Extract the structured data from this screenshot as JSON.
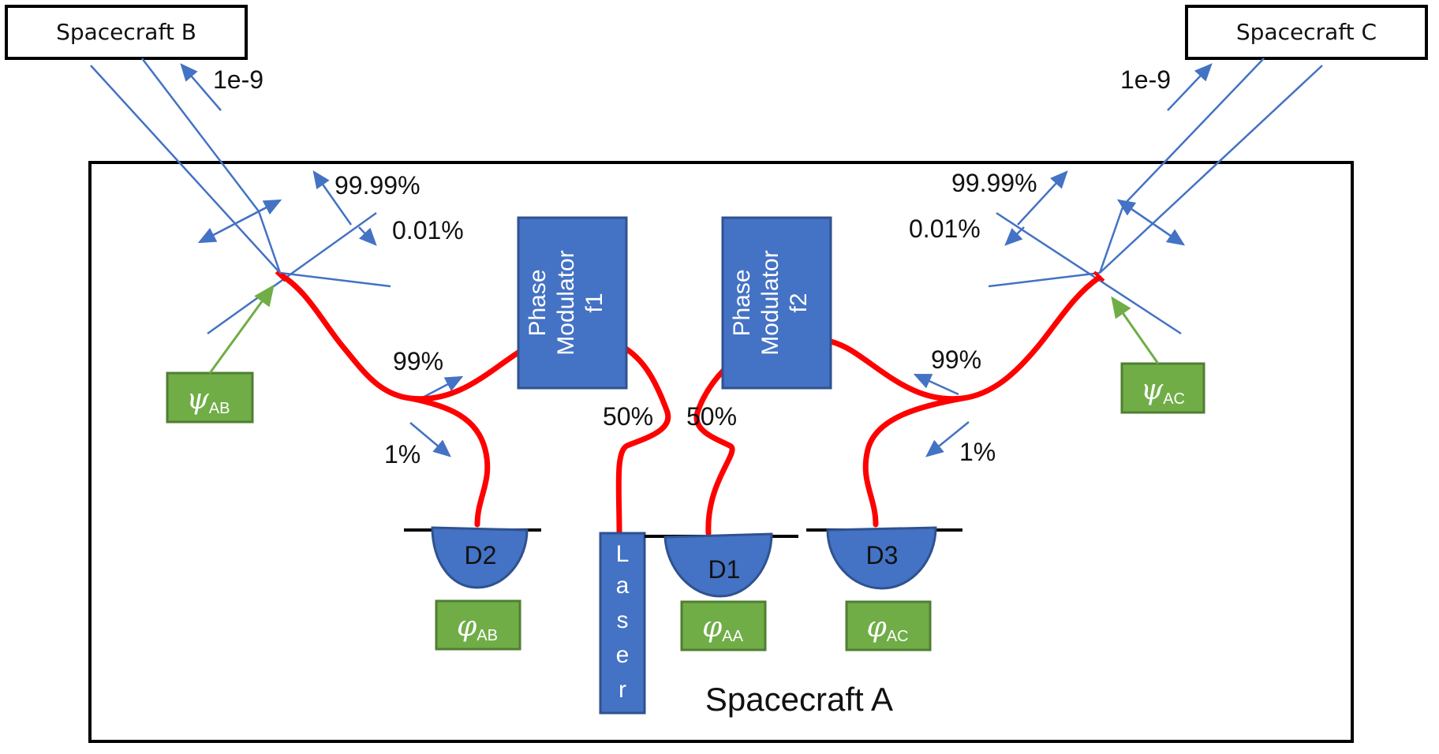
{
  "diagram": {
    "spacecraft_b_label": "Spacecraft B",
    "spacecraft_c_label": "Spacecraft C",
    "spacecraft_a_label": "Spacecraft A",
    "pm1_lines": [
      "Phase",
      "Modulator",
      "f1"
    ],
    "pm2_lines": [
      "Phase",
      "Modulator",
      "f2"
    ],
    "laser_letters": [
      "L",
      "a",
      "s",
      "e",
      "r"
    ],
    "detectors": {
      "d1": "D1",
      "d2": "D2",
      "d3": "D3"
    },
    "percentages": {
      "left_incoming": "1e-9",
      "right_incoming": "1e-9",
      "left_transmit": "99.99%",
      "right_transmit": "99.99%",
      "left_reflect": "0.01%",
      "right_reflect": "0.01%",
      "left_99": "99%",
      "right_99": "99%",
      "left_1": "1%",
      "right_1": "1%",
      "split_left": "50%",
      "split_right": "50%"
    },
    "phase_boxes": {
      "psi_ab": {
        "symbol": "ψ",
        "sub": "AB"
      },
      "psi_ac": {
        "symbol": "ψ",
        "sub": "AC"
      },
      "phi_ab": {
        "symbol": "φ",
        "sub": "AB"
      },
      "phi_aa": {
        "symbol": "φ",
        "sub": "AA"
      },
      "phi_ac": {
        "symbol": "φ",
        "sub": "AC"
      }
    },
    "colors": {
      "component_blue": "#4472C4",
      "component_border": "#2F528F",
      "phase_green": "#70AD47",
      "phase_border": "#507E32",
      "fiber_red": "#FF0000",
      "beam_blue": "#4472C4"
    }
  }
}
